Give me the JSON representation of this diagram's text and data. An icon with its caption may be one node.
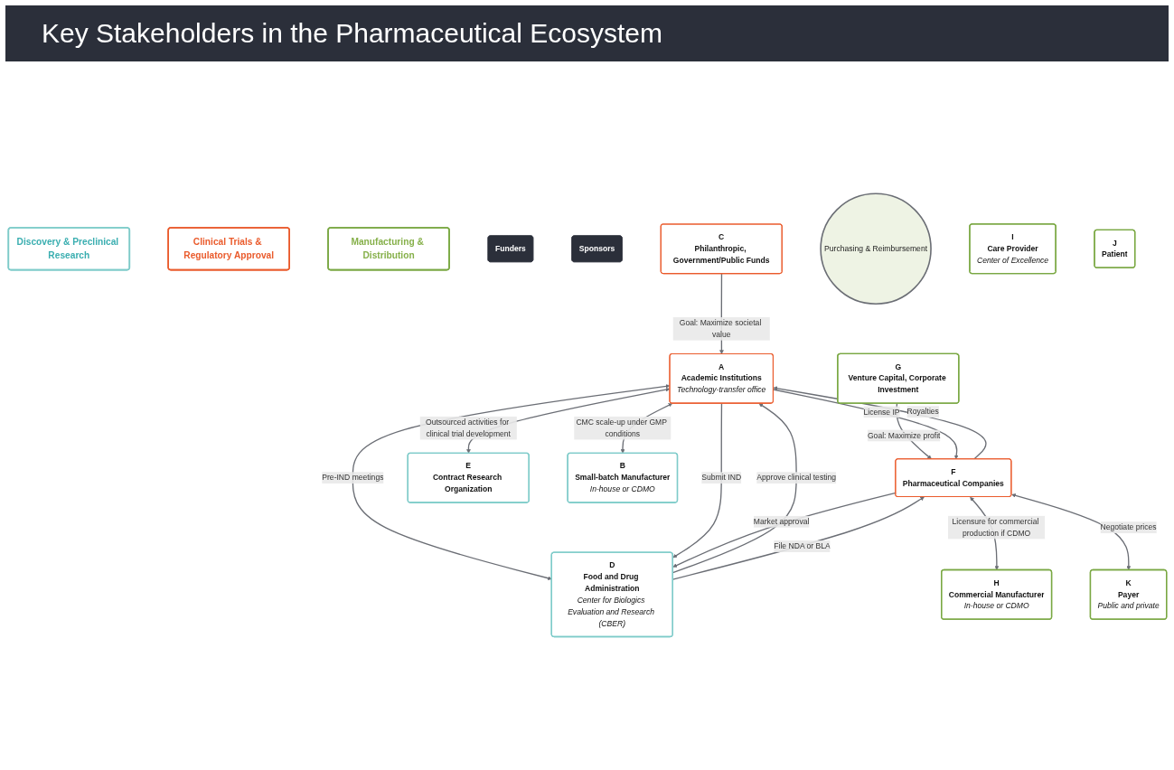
{
  "diagram": {
    "title": "Key Stakeholders in the Pharmaceutical Ecosystem",
    "nodes": [
      {
        "text": [
          "Discovery & Preclinical Research"
        ]
      },
      {
        "text": [
          "Clinical Trials & Regulatory Approval"
        ]
      },
      {
        "text": [
          "Manufacturing & Distribution"
        ]
      },
      {
        "text": [
          "Funders"
        ]
      },
      {
        "text": [
          "Sponsors"
        ]
      },
      {
        "text": [
          "C",
          "Philanthropic, Government/Public Funds"
        ]
      },
      {
        "text": [
          "G",
          "Venture Capital, Corporate Investment"
        ]
      },
      {
        "text": [
          "A",
          "Academic Institutions",
          "Technology-transfer office"
        ]
      },
      {
        "text": [
          "F",
          "Pharmaceutical Companies"
        ]
      },
      {
        "text": [
          "E",
          "Contract Research Organization"
        ]
      },
      {
        "text": [
          "B",
          "Small-batch Manufacturer",
          "In-house or CDMO"
        ]
      },
      {
        "text": [
          "D",
          "Food and Drug Administration",
          "Center for Biologics Evaluation and Research (CBER)"
        ]
      },
      {
        "text": [
          "H",
          "Commercial Manufacturer",
          "In-house or CDMO"
        ]
      },
      {
        "text": [
          "Purchasing & Reimbursement"
        ]
      },
      {
        "text": [
          "K",
          "Payer",
          "Public and private"
        ]
      },
      {
        "text": [
          "I",
          "Care Provider",
          "Center of Excellence"
        ]
      },
      {
        "text": [
          "J",
          "Patient"
        ]
      }
    ],
    "edges": [
      {
        "from": 5,
        "to": 7,
        "arrow": "to",
        "label": "Goal: Maximize societal value"
      },
      {
        "from": 6,
        "to": 8,
        "arrow": "to",
        "label": "Goal: Maximize profit"
      },
      {
        "from": 7,
        "to": 8,
        "arrow": "to",
        "label": "License IP"
      },
      {
        "from": 8,
        "to": 7,
        "arrow": "to",
        "label": "Royalties"
      },
      {
        "from": 7,
        "to": 9,
        "arrow": "both",
        "label": "Outsourced activities for clinical trial development"
      },
      {
        "from": 7,
        "to": 10,
        "arrow": "both",
        "label": "CMC scale-up under GMP conditions"
      },
      {
        "from": 7,
        "to": 11,
        "arrow": "both",
        "label": "Pre-IND meetings"
      },
      {
        "from": 7,
        "to": 11,
        "arrow": "to",
        "label": "Submit IND"
      },
      {
        "from": 11,
        "to": 7,
        "arrow": "to",
        "label": "Approve clinical testing"
      },
      {
        "from": 11,
        "to": 8,
        "arrow": "to",
        "label": "File NDA or BLA"
      },
      {
        "from": 8,
        "to": 11,
        "arrow": "to",
        "label": "Market approval"
      },
      {
        "from": 8,
        "to": 12,
        "arrow": "both",
        "label": "Licensure for commercial production if CDMO"
      },
      {
        "from": 8,
        "to": 14,
        "arrow": "both",
        "label": "Negotiate prices"
      }
    ]
  }
}
